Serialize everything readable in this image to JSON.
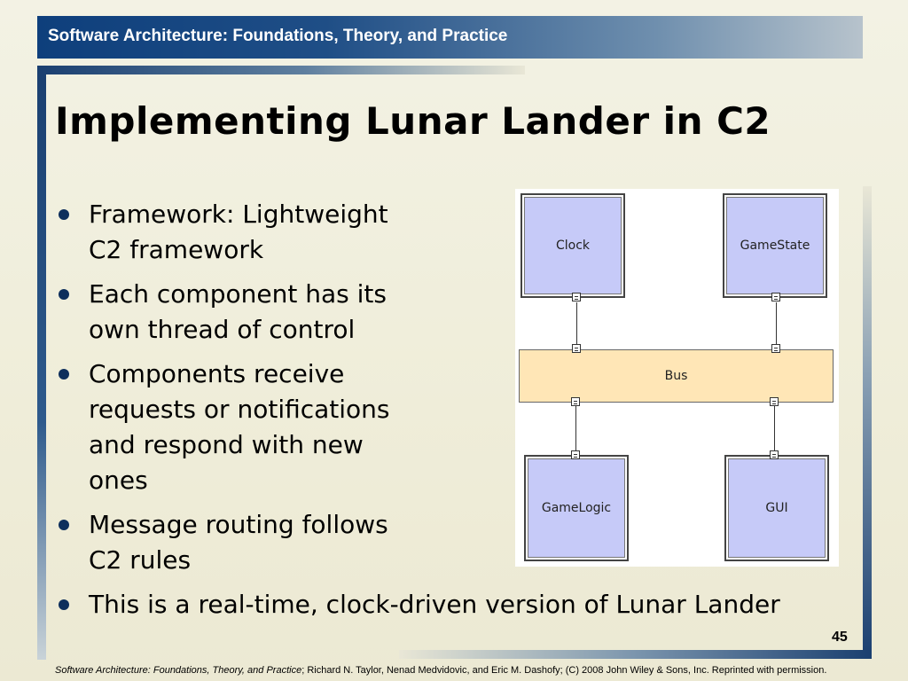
{
  "header": {
    "title": "Software Architecture: Foundations, Theory, and Practice"
  },
  "slide": {
    "title": "Implementing Lunar Lander in C2",
    "bullets": [
      {
        "text": "Framework: Lightweight\nC2 framework"
      },
      {
        "text": "Each component has its\nown thread of control"
      },
      {
        "text": "Components receive\nrequests or notifications\nand respond with new\nones"
      },
      {
        "text": "Message routing follows\nC2 rules"
      },
      {
        "text": "This is a real-time, clock-driven version of Lunar Lander"
      }
    ],
    "page_number": "45"
  },
  "diagram": {
    "components": {
      "clock": "Clock",
      "gamestate": "GameState",
      "bus": "Bus",
      "gamelogic": "GameLogic",
      "gui": "GUI"
    },
    "colors": {
      "component_fill": "#c6caf8",
      "bus_fill": "#ffe6b6"
    }
  },
  "footer": {
    "book": "Software Architecture: Foundations, Theory, and Practice",
    "rest": "; Richard N. Taylor, Nenad Medvidovic, and Eric M. Dashofy; (C) 2008 John Wiley & Sons, Inc. Reprinted with permission."
  }
}
